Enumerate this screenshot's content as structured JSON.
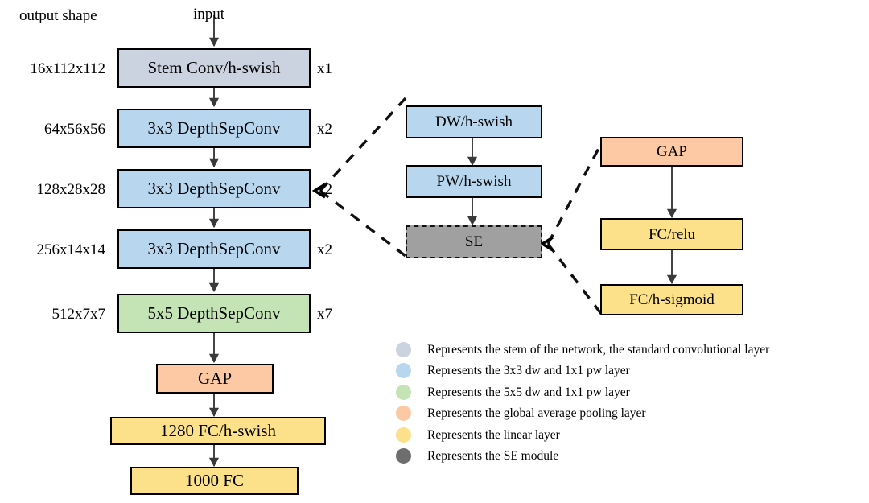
{
  "diagram": {
    "title_caption": "output shape",
    "input_caption": "input",
    "colors": {
      "stem": "#ccd3e0",
      "dw_pw": "#b8d7ee",
      "dw5x5": "#c5e4b6",
      "gap": "#fdc9a4",
      "linear": "#fce08a",
      "se": "#a0a0a0",
      "outline": "#000000",
      "arrow": "#3a3a3a",
      "dashed": "#111111"
    }
  },
  "main_column": {
    "header": "output shape",
    "input_label": "input",
    "stages": [
      {
        "shape": "16x112x112",
        "label": "Stem Conv/h-swish",
        "multiplier": "x1",
        "color_key": "stem"
      },
      {
        "shape": "64x56x56",
        "label": "3x3 DepthSepConv",
        "multiplier": "x2",
        "color_key": "dw_pw"
      },
      {
        "shape": "128x28x28",
        "label": "3x3 DepthSepConv",
        "multiplier": "x2",
        "color_key": "dw_pw"
      },
      {
        "shape": "256x14x14",
        "label": "3x3 DepthSepConv",
        "multiplier": "x2",
        "color_key": "dw_pw"
      },
      {
        "shape": "512x7x7",
        "label": "5x5 DepthSepConv",
        "multiplier": "x7",
        "color_key": "dw5x5"
      }
    ],
    "head": [
      {
        "label": "GAP",
        "color_key": "gap"
      },
      {
        "label": "1280 FC/h-swish",
        "color_key": "linear"
      },
      {
        "label": "1000 FC",
        "color_key": "linear"
      }
    ]
  },
  "block_detail": {
    "nodes": [
      {
        "label": "DW/h-swish",
        "color_key": "dw_pw"
      },
      {
        "label": "PW/h-swish",
        "color_key": "dw_pw"
      },
      {
        "label": "SE",
        "color_key": "se"
      }
    ]
  },
  "se_detail": {
    "nodes": [
      {
        "label": "GAP",
        "color_key": "gap"
      },
      {
        "label": "FC/relu",
        "color_key": "linear"
      },
      {
        "label": "FC/h-sigmoid",
        "color_key": "linear"
      }
    ]
  },
  "legend": {
    "items": [
      {
        "color": "#ccd3e0",
        "text": "Represents the stem of the network, the standard convolutional layer"
      },
      {
        "color": "#b8d7ee",
        "text": "Represents the 3x3 dw and 1x1 pw layer"
      },
      {
        "color": "#c5e4b6",
        "text": "Represents the 5x5 dw and 1x1 pw layer"
      },
      {
        "color": "#fdc9a4",
        "text": "Represents the global average pooling layer"
      },
      {
        "color": "#fce08a",
        "text": "Represents the linear layer"
      },
      {
        "color": "#6e6e6e",
        "text": "Represents the SE module"
      }
    ]
  }
}
